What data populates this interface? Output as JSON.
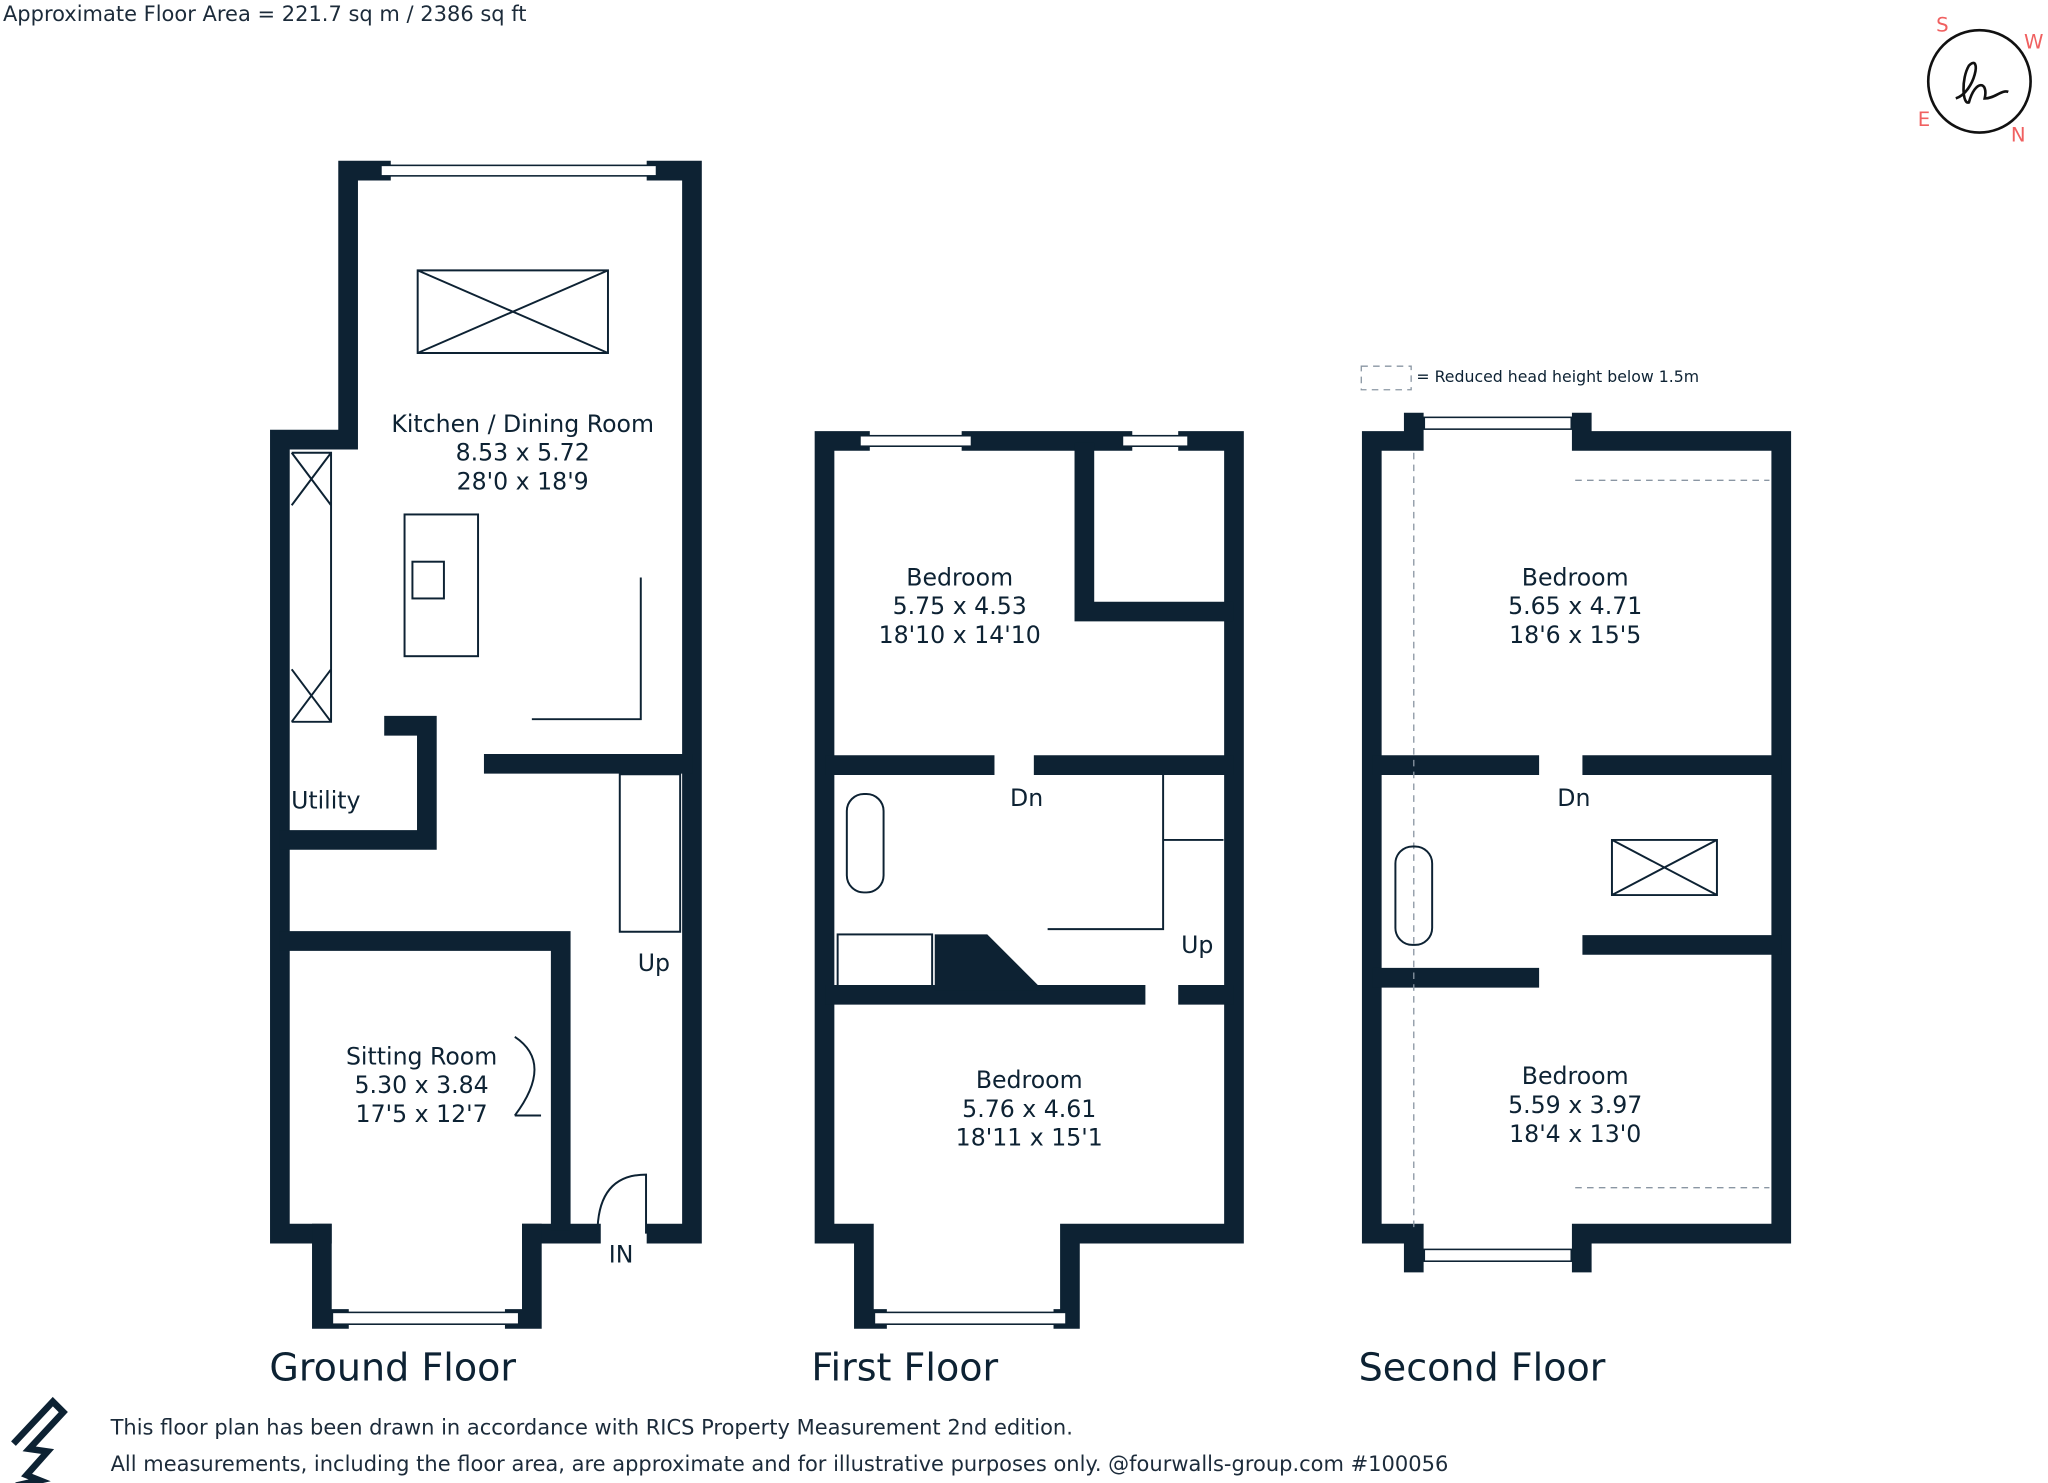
{
  "header": {
    "floor_area": "Approximate Floor Area = 221.7 sq m / 2386 sq ft"
  },
  "compass": {
    "n": "N",
    "s": "S",
    "e": "E",
    "w": "W",
    "accent": "#f06060"
  },
  "legend": {
    "text": "= Reduced head height below 1.5m"
  },
  "ground_floor": {
    "title": "Ground Floor",
    "rooms": [
      {
        "name": "Kitchen / Dining Room",
        "metric": "8.53 x 5.72",
        "imperial": "28'0 x 18'9"
      },
      {
        "name": "Sitting Room",
        "metric": "5.30 x 3.84",
        "imperial": "17'5 x 12'7"
      }
    ],
    "labels": {
      "utility": "Utility",
      "up": "Up",
      "entrance": "IN"
    }
  },
  "first_floor": {
    "title": "First Floor",
    "rooms": [
      {
        "name": "Bedroom",
        "metric": "5.75 x 4.53",
        "imperial": "18'10 x 14'10"
      },
      {
        "name": "Bedroom",
        "metric": "5.76 x 4.61",
        "imperial": "18'11 x 15'1"
      }
    ],
    "labels": {
      "down": "Dn",
      "up": "Up"
    }
  },
  "second_floor": {
    "title": "Second Floor",
    "rooms": [
      {
        "name": "Bedroom",
        "metric": "5.65 x 4.71",
        "imperial": "18'6 x 15'5"
      },
      {
        "name": "Bedroom",
        "metric": "5.59 x 3.97",
        "imperial": "18'4 x 13'0"
      }
    ],
    "labels": {
      "down": "Dn"
    }
  },
  "footer": {
    "line1": "This floor plan has been drawn in accordance with RICS Property Measurement 2nd edition.",
    "line2": "All measurements, including the floor area, are approximate and for illustrative purposes only. @fourwalls-group.com #100056"
  }
}
